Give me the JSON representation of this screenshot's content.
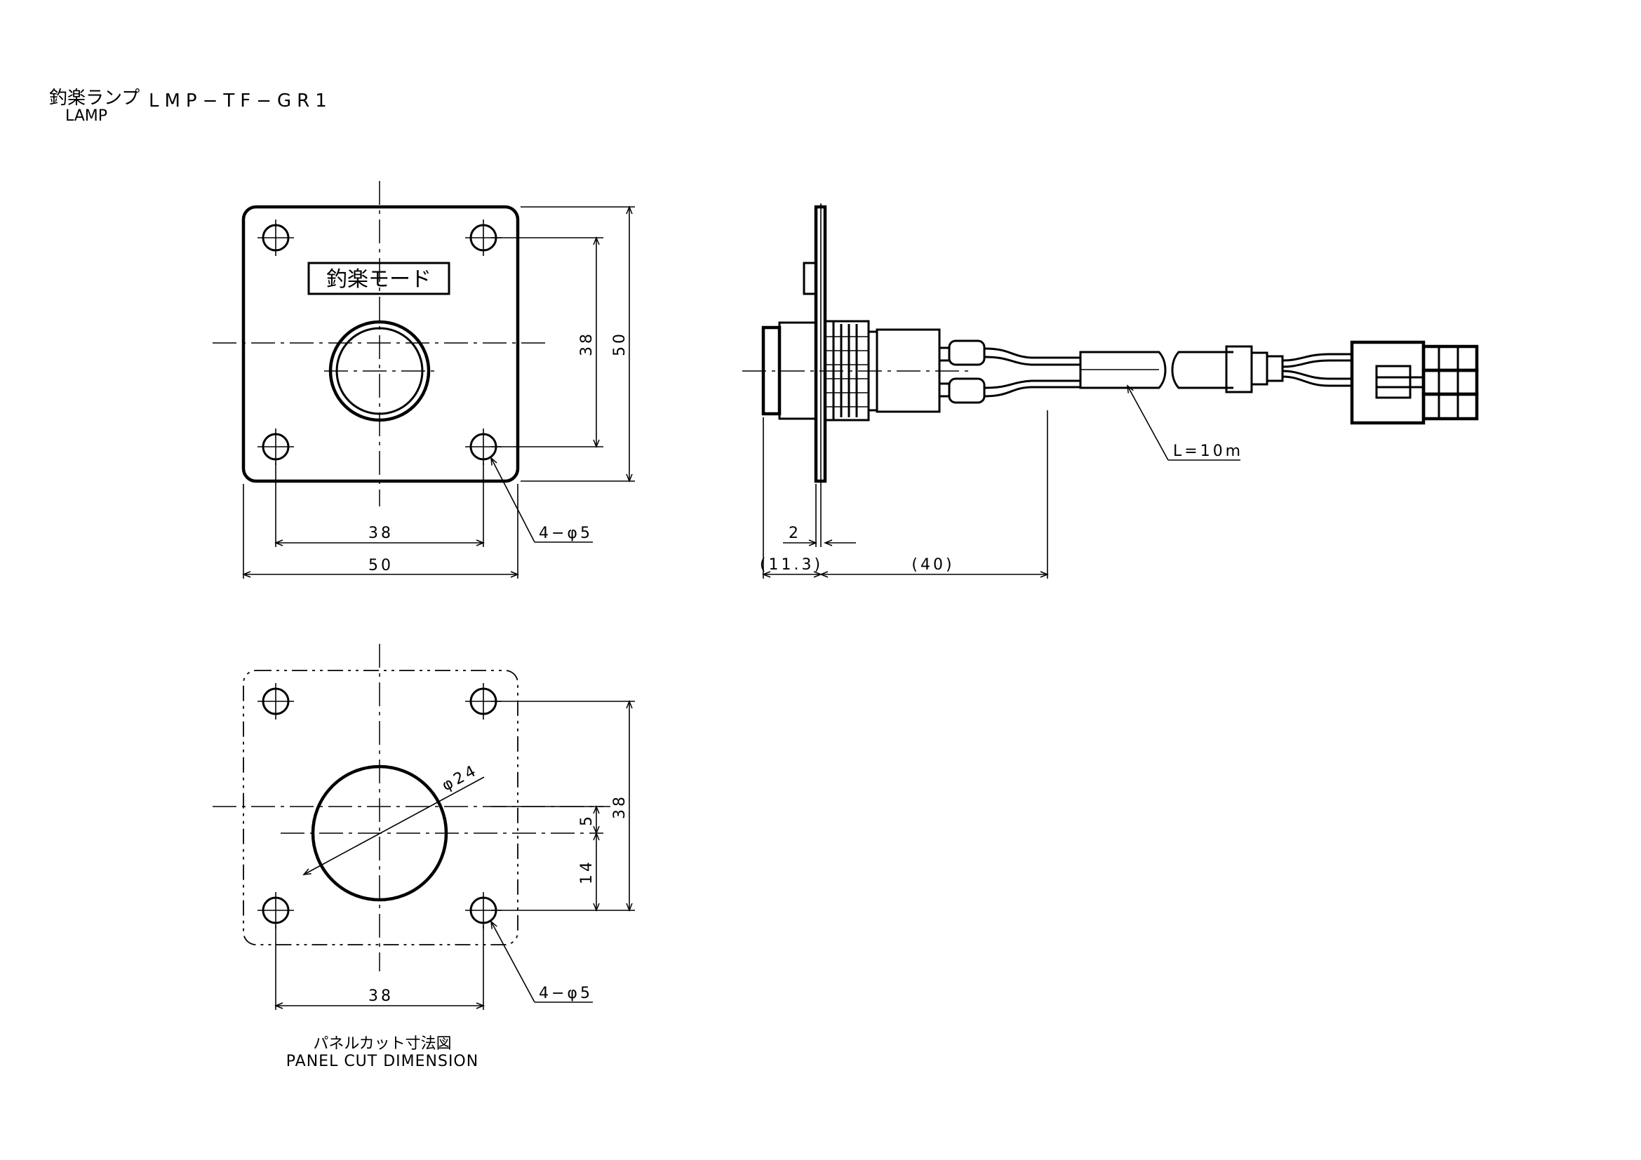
{
  "header": {
    "title_jp": "釣楽ランプ",
    "model": "LMP−TF−GR1",
    "title_en": "LAMP"
  },
  "front_view": {
    "label_plate": "釣楽モード",
    "dim_hole_pitch_h": "38",
    "dim_width": "50",
    "dim_hole_pitch_v": "38",
    "dim_height": "50",
    "hole_note": "4−φ5"
  },
  "side_view": {
    "dim_plate": "2",
    "dim_front": "(11.3)",
    "dim_rear": "(40)",
    "cable_note": "L=10m"
  },
  "panel_cut": {
    "dim_hole_pitch_h": "38",
    "dim_hole_pitch_v": "38",
    "dim_offset_upper": "5",
    "dim_offset_lower": "14",
    "hole_diameter": "φ24",
    "hole_note": "4−φ5",
    "caption_jp": "パネルカット寸法図",
    "caption_en": "PANEL CUT DIMENSION"
  }
}
